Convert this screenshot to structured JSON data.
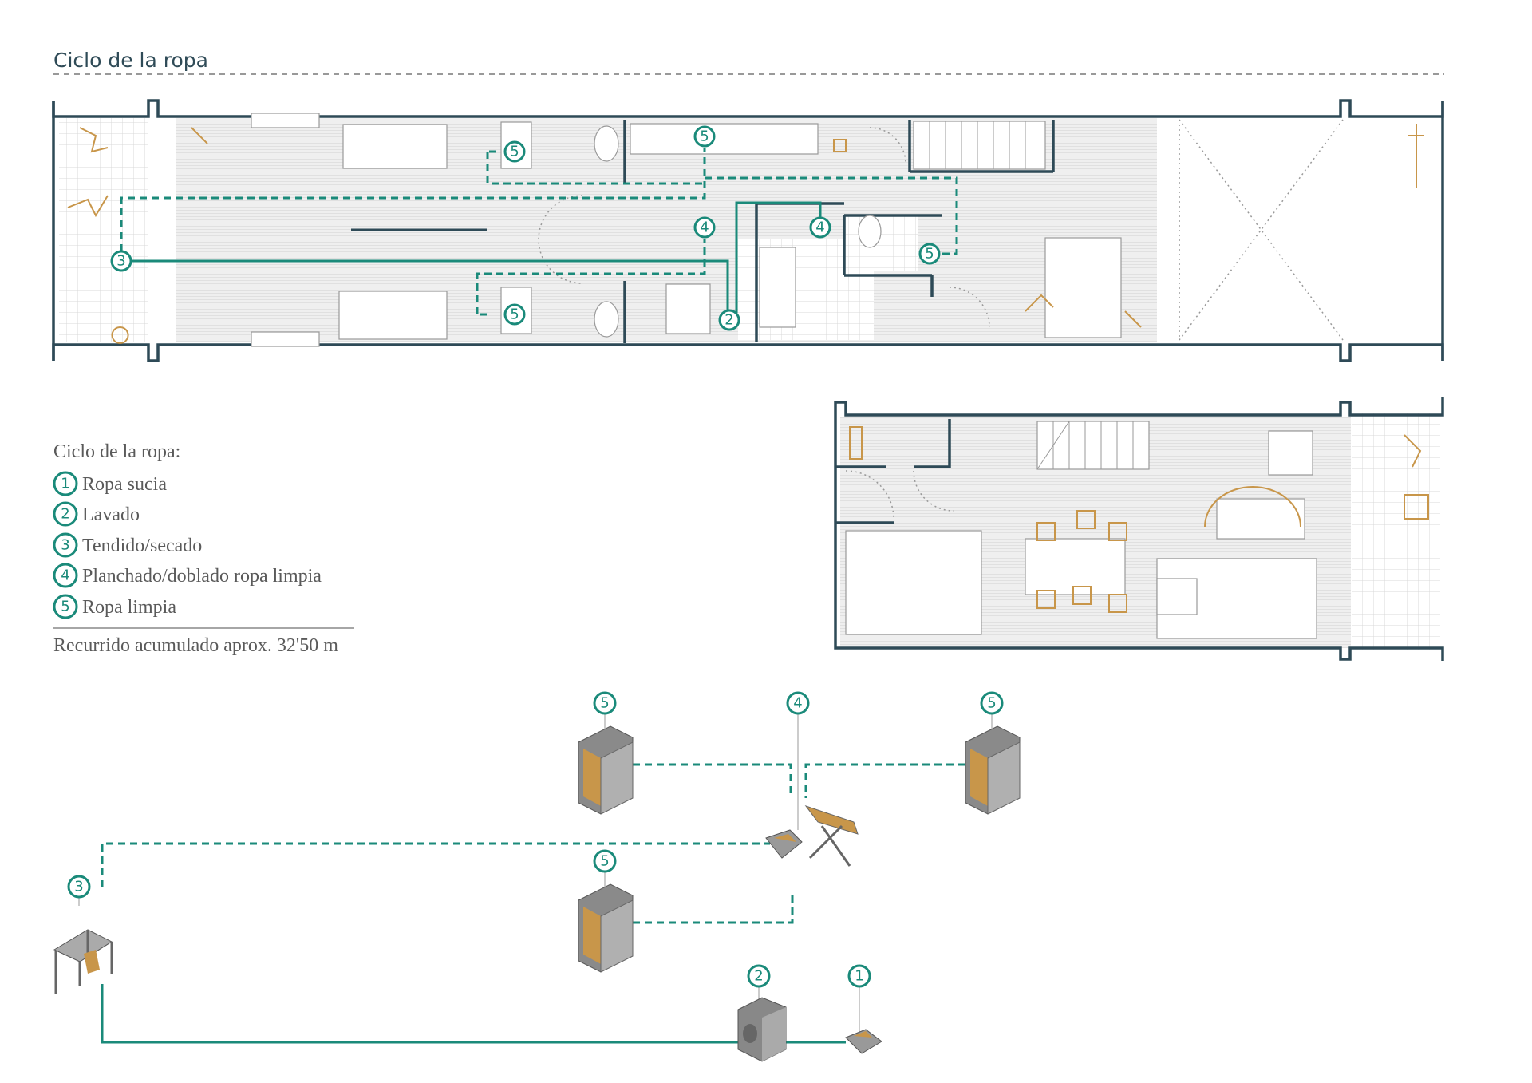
{
  "title": "Ciclo de la ropa",
  "legend": {
    "heading": "Ciclo de la ropa:",
    "items": [
      {
        "num": "1",
        "label": "Ropa sucia"
      },
      {
        "num": "2",
        "label": "Lavado"
      },
      {
        "num": "3",
        "label": "Tendido/secado"
      },
      {
        "num": "4",
        "label": "Planchado/doblado ropa limpia"
      },
      {
        "num": "5",
        "label": "Ropa limpia"
      }
    ],
    "total": "Recurrido acumulado aprox. 32'50 m"
  },
  "markers": {
    "plan": [
      "3",
      "4",
      "5",
      "5",
      "5",
      "2",
      "4",
      "5"
    ],
    "diagram": [
      "5",
      "4",
      "5",
      "5",
      "3",
      "2",
      "1"
    ]
  },
  "colors": {
    "route": "#1a8a7a",
    "wall": "#2e4a57",
    "furniture": "#c8964a"
  }
}
